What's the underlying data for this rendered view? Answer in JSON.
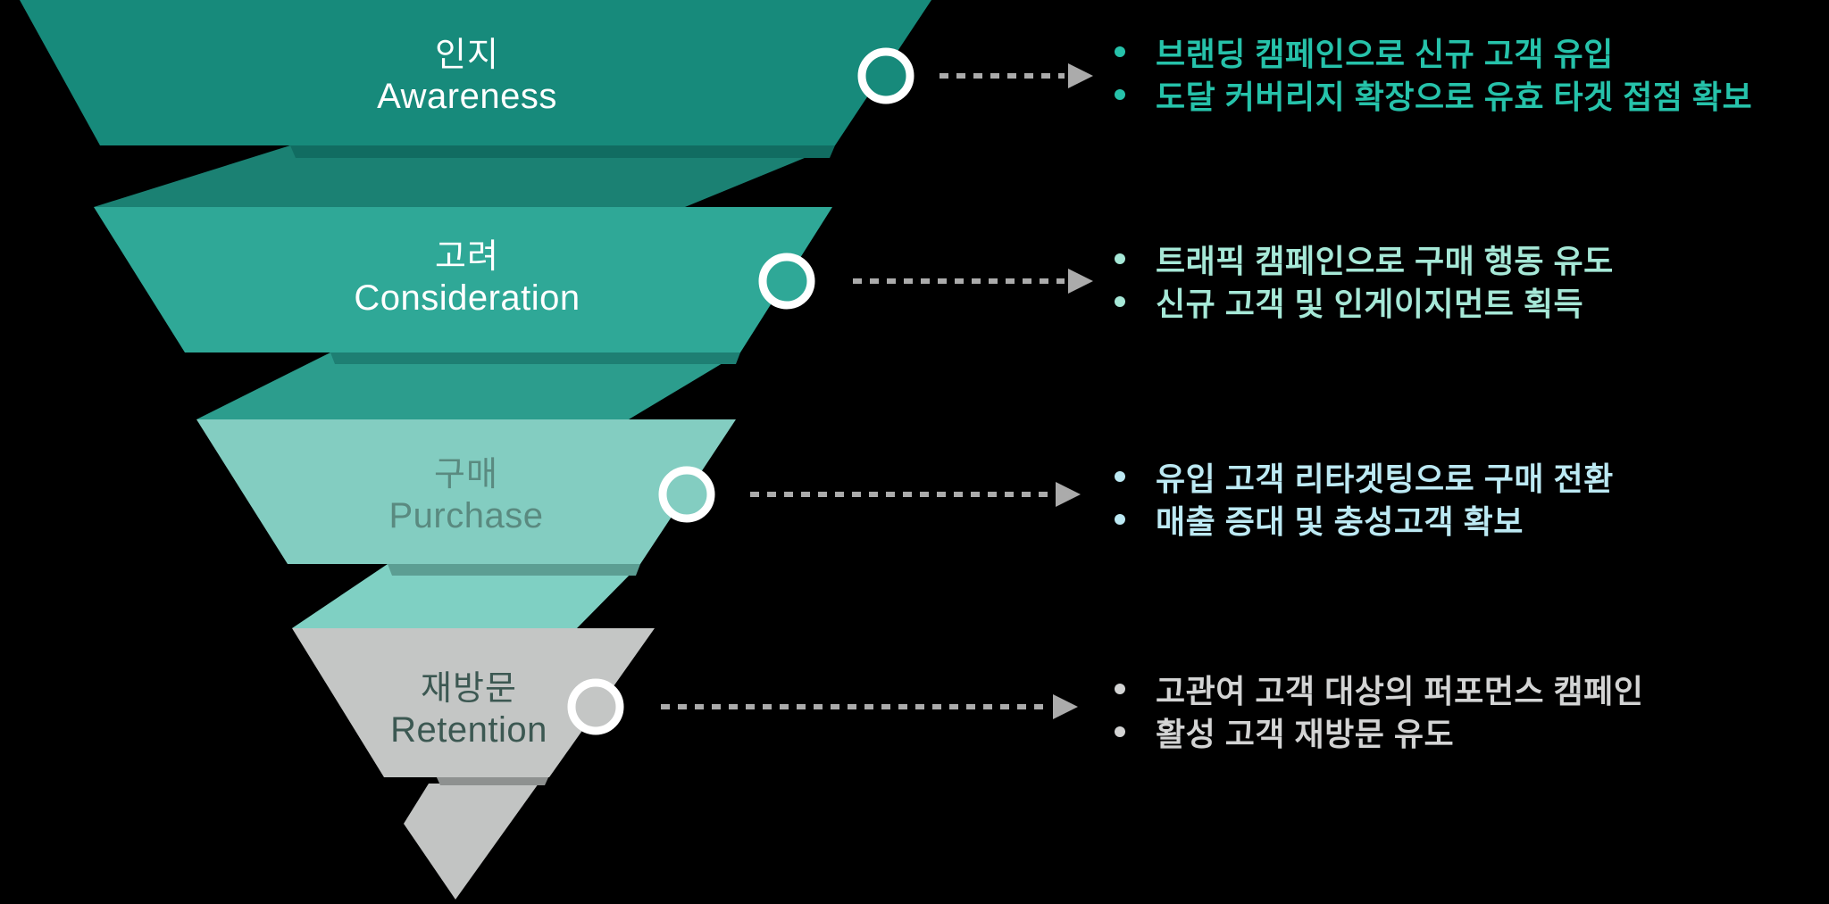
{
  "background": "#000000",
  "connector": {
    "ring_color": "#FFFFFF",
    "arrow_color": "#ABABAB"
  },
  "stages": [
    {
      "id": "awareness",
      "label_ko": "인지",
      "label_en": "Awareness",
      "color": "#178A7B",
      "fold_color": "#1B8173",
      "shadow_color": "#116C61",
      "label_color": "#FFFFFF",
      "bullet_color": "#26C2AA",
      "bullets": [
        "브랜딩 캠페인으로 신규 고객 유입",
        "도달 커버리지 확장으로 유효 타겟 접점 확보"
      ]
    },
    {
      "id": "consideration",
      "label_ko": "고려",
      "label_en": "Consideration",
      "color": "#2FA897",
      "fold_color": "#2C9D8D",
      "shadow_color": "#1E7F73",
      "label_color": "#FFFFFF",
      "bullet_color": "#A6E8D7",
      "bullets": [
        "트래픽 캠페인으로 구매 행동 유도",
        "신규 고객 및 인게이지먼트 획득"
      ]
    },
    {
      "id": "purchase",
      "label_ko": "구매",
      "label_en": "Purchase",
      "color": "#83CDC1",
      "fold_color": "#7FD0C3",
      "shadow_color": "#5C9E93",
      "label_color": "#5A8A80",
      "bullet_color": "#BCE9F3",
      "bullets": [
        "유입 고객 리타겟팅으로 구매 전환",
        "매출 증대 및 충성고객 확보"
      ]
    },
    {
      "id": "retention",
      "label_ko": "재방문",
      "label_en": "Retention",
      "color": "#C4C6C5",
      "fold_color": "#C2C4C3",
      "shadow_color": "#8E9190",
      "label_color": "#3C5852",
      "bullet_color": "#D3D4D4",
      "bullets": [
        "고관여 고객 대상의 퍼포먼스 캠페인",
        "활성 고객 재방문 유도"
      ]
    }
  ]
}
